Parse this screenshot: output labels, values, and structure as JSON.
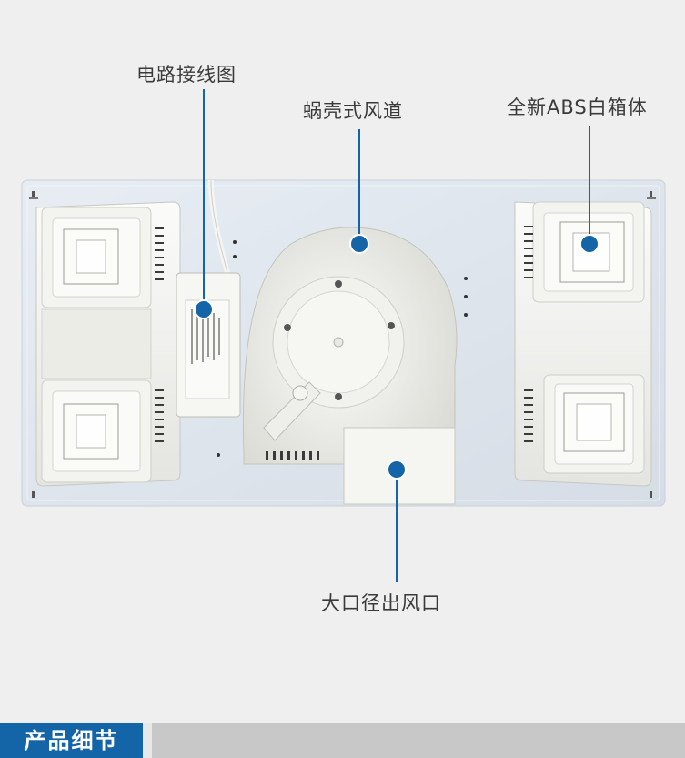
{
  "callouts": {
    "wiring": "电路接线图",
    "volute": "蜗壳式风道",
    "abs_box": "全新ABS白箱体",
    "outlet": "大口径出风口"
  },
  "footer": {
    "tab_label": "产品细节"
  },
  "colors": {
    "accent": "#1464a8",
    "background": "#efefef",
    "panel": "#dfe6ee"
  }
}
